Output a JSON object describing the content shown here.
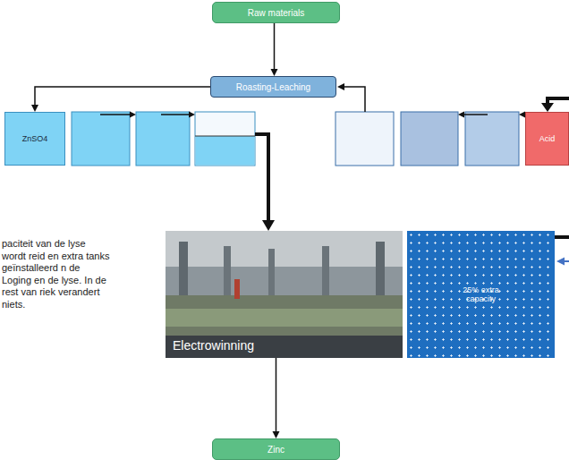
{
  "diagram": {
    "nodes": [
      {
        "text": [
          "Raw materials"
        ]
      },
      {
        "text": [
          "Roasting-Leaching"
        ]
      },
      {
        "text": [
          "ZnSO4"
        ]
      },
      {
        "text": [
          "Electrowinning"
        ]
      },
      {
        "text": [
          "25% extra capacity"
        ]
      },
      {
        "text": [
          "Acid"
        ]
      },
      {
        "text": [
          "Zinc"
        ]
      }
    ],
    "edges": [
      {
        "from": 0,
        "to": 1,
        "arrow": "to"
      },
      {
        "from": 1,
        "to": 2,
        "arrow": "to"
      },
      {
        "from": 3,
        "to": 6,
        "arrow": "to"
      }
    ],
    "labels": [
      "paciteit van de lyse wordt reid en extra tanks geïnstalleerd n de Loging en de lyse. In de rest van riek verandert niets."
    ]
  }
}
